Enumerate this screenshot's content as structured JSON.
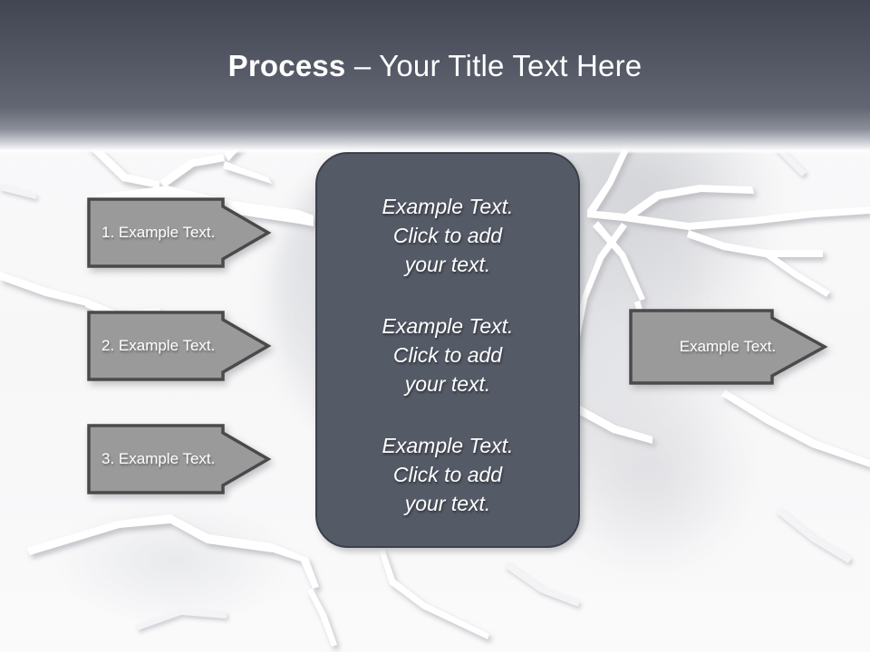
{
  "slide": {
    "title_bold": "Process",
    "title_rest": " – Your Title Text Here"
  },
  "colors": {
    "header_top": "#424552",
    "header_mid": "#626773",
    "panel_fill": "#545a66",
    "panel_border": "#3b4049",
    "arrow_fill": "#9a9a9a",
    "arrow_border": "#4a4a4a",
    "text_white": "#ffffff",
    "background": "#fafafb",
    "crack_light": "#ffffff",
    "crack_shadow": "#d6d7da"
  },
  "left_arrows": [
    {
      "label": "1. Example Text.",
      "name": "arrow-step-1"
    },
    {
      "label": "2. Example Text.",
      "name": "arrow-step-2"
    },
    {
      "label": "3. Example Text.",
      "name": "arrow-step-3"
    }
  ],
  "right_arrow": {
    "label": "Example Text."
  },
  "center_panel": {
    "blocks": [
      "Example Text.\nClick  to add\nyour text.",
      "Example Text.\nClick  to add\nyour text.",
      "Example Text.\nClick  to add\nyour text."
    ]
  }
}
